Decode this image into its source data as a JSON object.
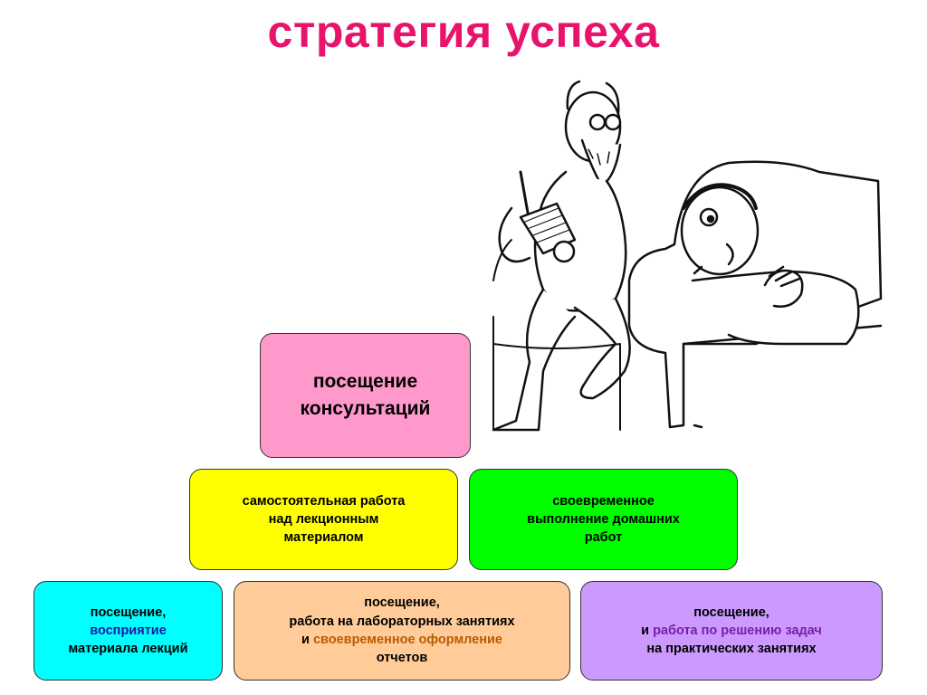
{
  "title": "стратегия успеха",
  "illustration": "psychologist-and-patient-cartoon",
  "boxes": {
    "consultations": {
      "lines": [
        "посещение",
        "консультаций"
      ],
      "color": "#ff99cc"
    },
    "self_work": {
      "lines": [
        "самостоятельная работа",
        "над лекционным",
        "материалом"
      ],
      "color": "#ffff00"
    },
    "homework": {
      "lines": [
        "своевременное",
        "выполнение домашних",
        "работ"
      ],
      "color": "#00ff00"
    },
    "lectures": {
      "line1": "посещение,",
      "line2": "восприятие",
      "line3": "материала лекций",
      "color": "#00ffff",
      "highlight_color": "#1a1aa6"
    },
    "labs": {
      "line1": "посещение,",
      "line2": "работа на лабораторных занятиях",
      "line3_prefix": "и ",
      "line3_highlight": "своевременное оформление",
      "line4": "отчетов",
      "color": "#ffcc99",
      "highlight_color": "#b85c00"
    },
    "practice": {
      "line1": "посещение,",
      "line2_prefix": "и ",
      "line2_highlight": "работа по решению задач",
      "line3": "на практических занятиях",
      "color": "#cc99ff",
      "highlight_color": "#7a1fa3"
    }
  }
}
